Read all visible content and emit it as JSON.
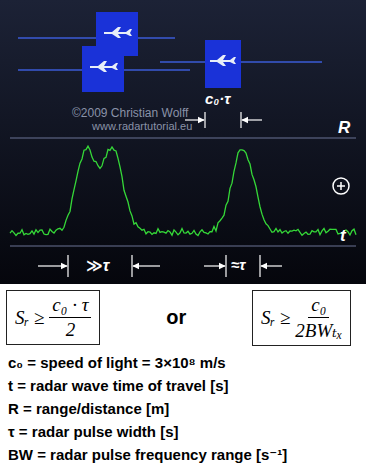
{
  "diagram": {
    "nodes": [
      {
        "text": [
          "Sᵣ ≥",
          "c₀ · τ",
          "2"
        ]
      },
      {
        "text": [
          "Sᵣ ≥",
          "c₀",
          "2BWₜₓ"
        ]
      }
    ],
    "labels": [
      "©2009 Christian Wolff",
      "www.radartutorial.eu",
      "c₀·τ",
      "R",
      "t",
      "≫τ",
      "≈τ",
      "or",
      "c₀ = speed of light = 3×10⁸ m/s",
      "t = radar wave time of travel [s]",
      "R = range/distance [m]",
      "τ = radar pulse width [s]",
      "BW = radar pulse frequency range [s⁻¹]"
    ]
  }
}
